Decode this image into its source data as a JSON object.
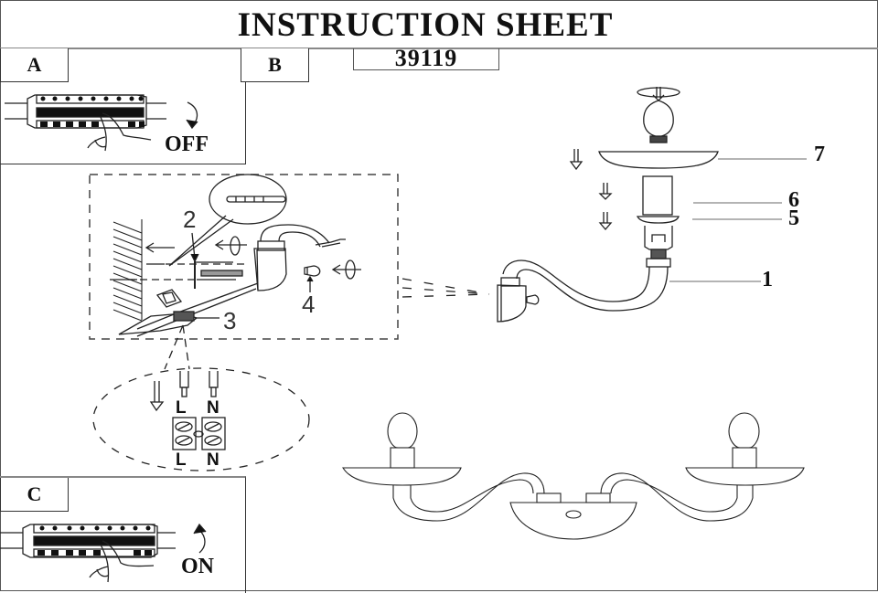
{
  "document": {
    "title": "INSTRUCTION SHEET",
    "model_number": "39119"
  },
  "steps": [
    {
      "id": "A",
      "label": "A",
      "action": "OFF",
      "icon": "circuit-breaker-switch-off"
    },
    {
      "id": "B",
      "label": "B",
      "action": "assembly",
      "icon": "wall-lamp-assembly"
    },
    {
      "id": "C",
      "label": "C",
      "action": "ON",
      "icon": "circuit-breaker-switch-on"
    }
  ],
  "mounting_detail": {
    "callouts": [
      "2",
      "3",
      "4"
    ]
  },
  "assembly_detail": {
    "part_callouts": [
      "7",
      "6",
      "5",
      "1"
    ]
  },
  "wiring": {
    "terminal_top": [
      "L",
      "N"
    ],
    "terminal_bottom": [
      "L",
      "N"
    ]
  }
}
